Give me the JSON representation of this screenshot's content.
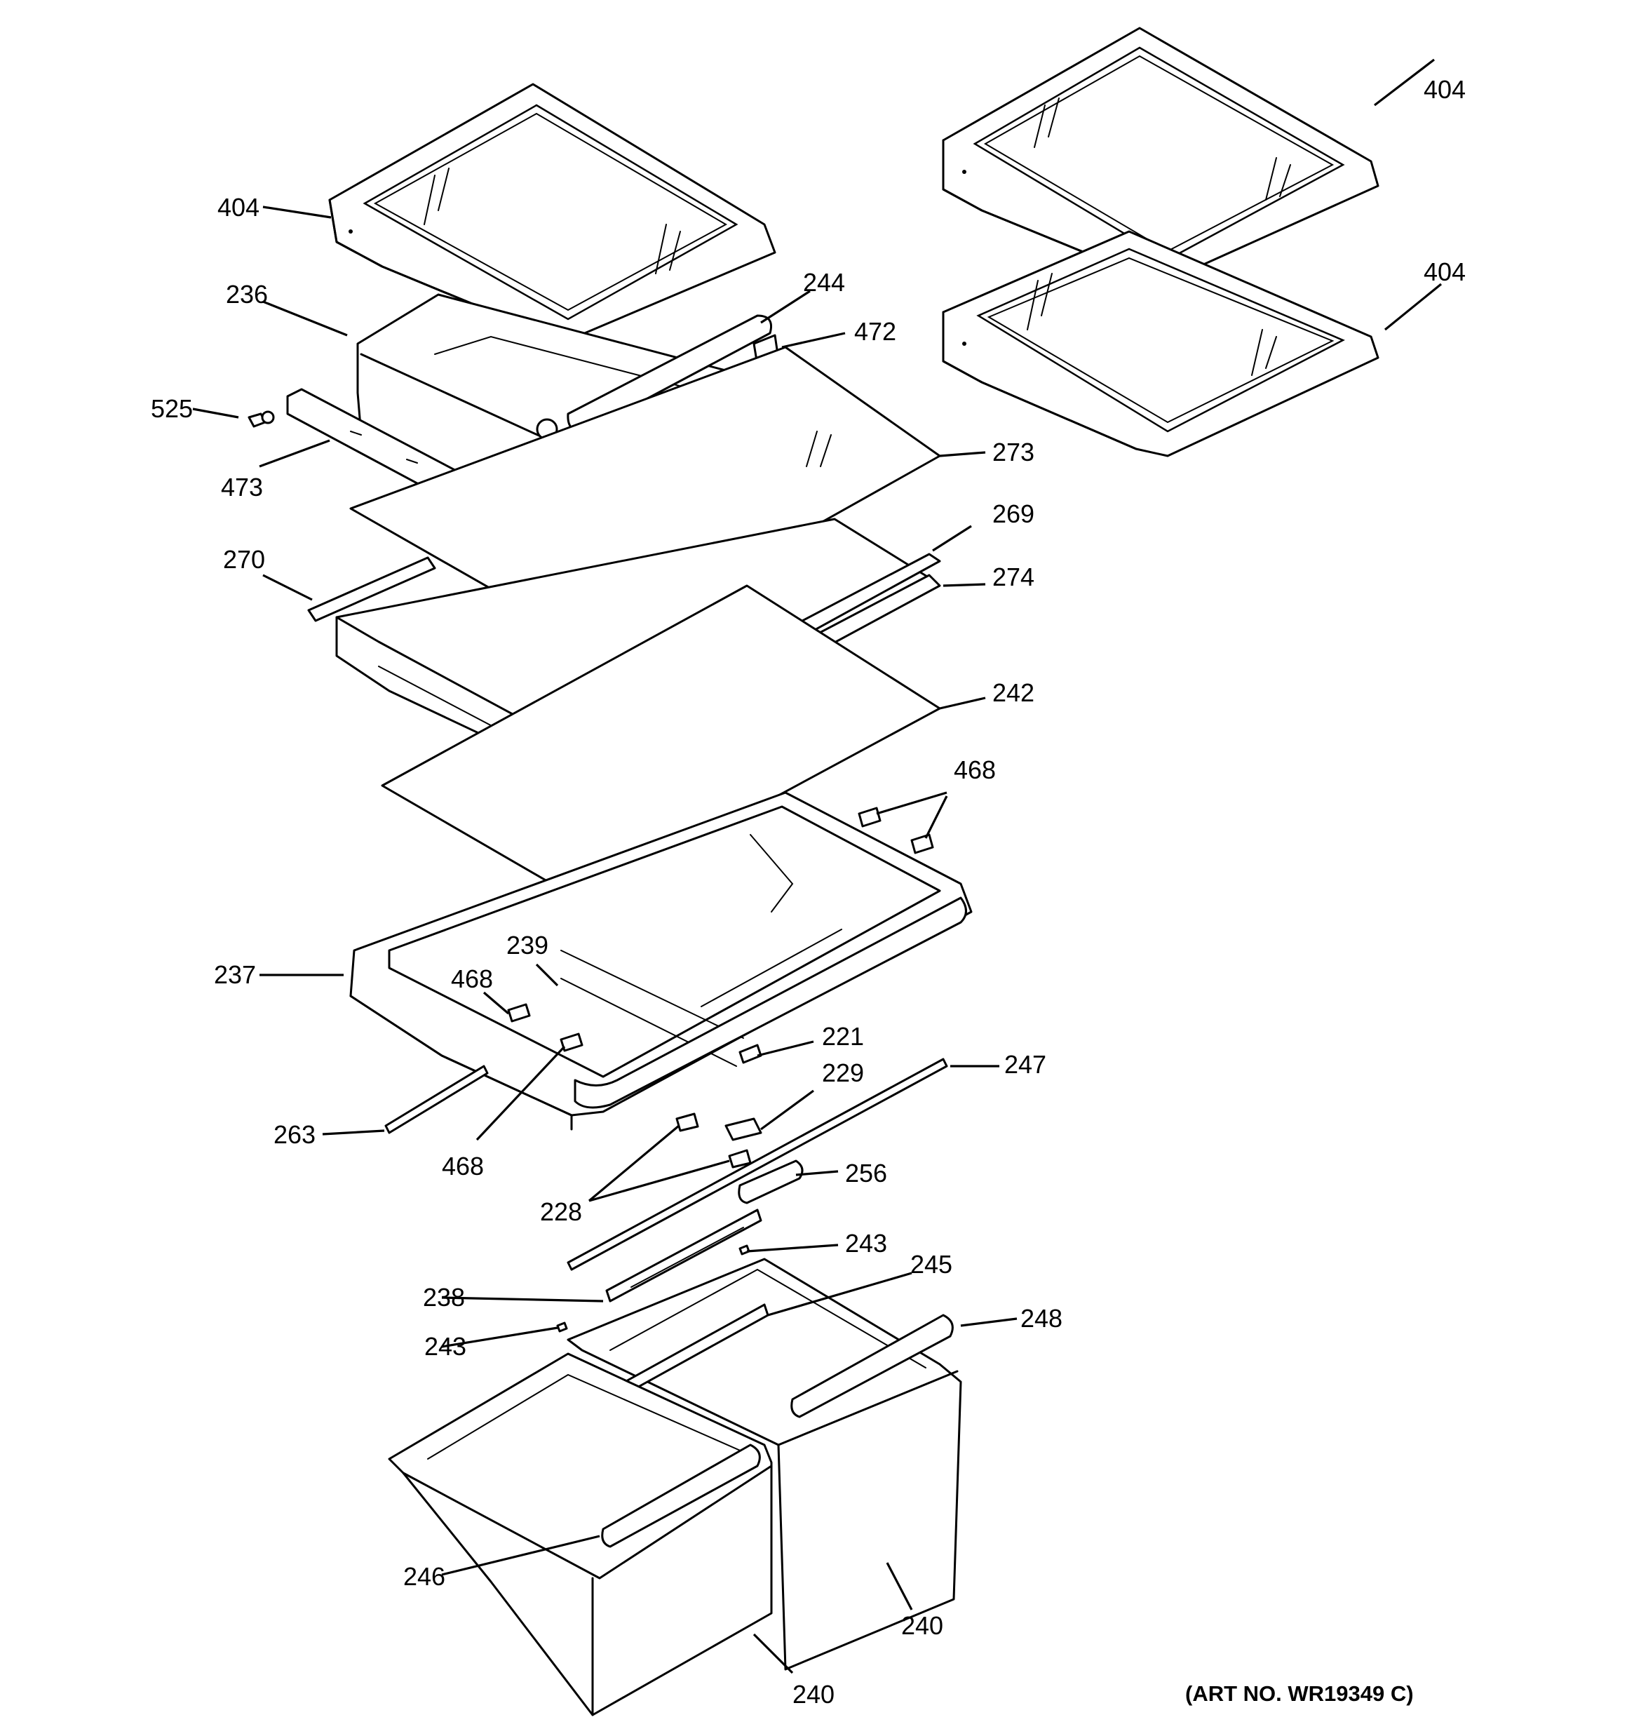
{
  "diagram": {
    "art_number": "(ART NO. WR19349 C)",
    "callouts": {
      "c404a": "404",
      "c404b": "404",
      "c404c": "404",
      "c236": "236",
      "c244": "244",
      "c472": "472",
      "c525": "525",
      "c473": "473",
      "c273": "273",
      "c269": "269",
      "c274": "274",
      "c270": "270",
      "c242": "242",
      "c468a": "468",
      "c468b": "468",
      "c468c": "468",
      "c237": "237",
      "c239": "239",
      "c221": "221",
      "c229": "229",
      "c247": "247",
      "c263": "263",
      "c256": "256",
      "c228": "228",
      "c243a": "243",
      "c243b": "243",
      "c238": "238",
      "c245": "245",
      "c248": "248",
      "c246": "246",
      "c240a": "240",
      "c240b": "240"
    }
  }
}
